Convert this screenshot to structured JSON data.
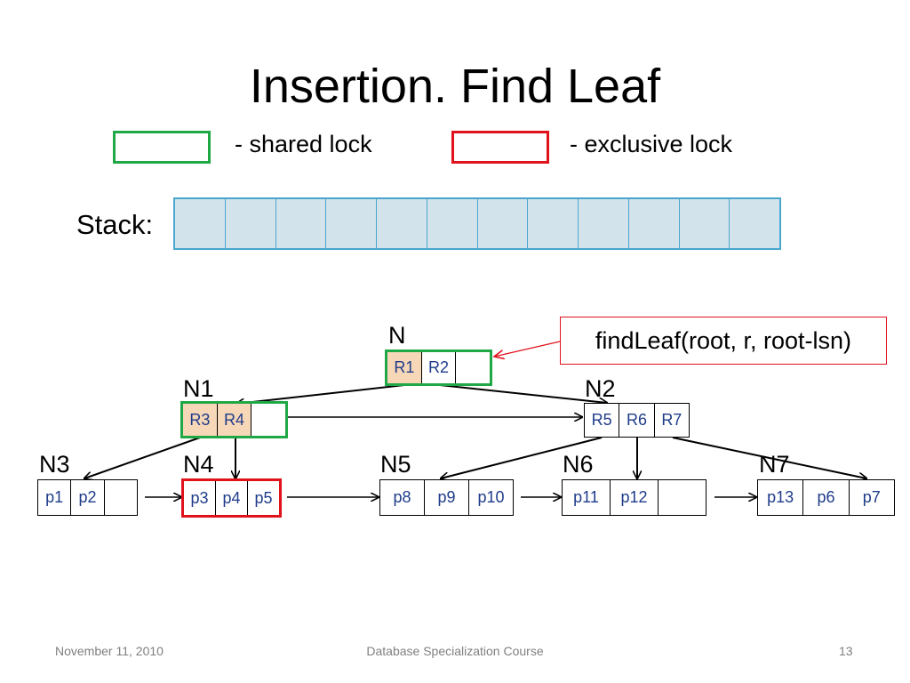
{
  "title": "Insertion. Find Leaf",
  "legend": {
    "shared": "- shared lock",
    "exclusive": "- exclusive lock",
    "shared_color": "#21a846",
    "exclusive_color": "#e0121c"
  },
  "stack": {
    "label": "Stack:",
    "cells": 12
  },
  "callout": "findLeaf(root, r, root-lsn)",
  "nodes": {
    "N": {
      "label": "N",
      "cells": [
        "R1",
        "R2",
        ""
      ],
      "lock": "shared"
    },
    "N1": {
      "label": "N1",
      "cells": [
        "R3",
        "R4",
        ""
      ],
      "lock": "shared"
    },
    "N2": {
      "label": "N2",
      "cells": [
        "R5",
        "R6",
        "R7"
      ],
      "lock": "none"
    },
    "N3": {
      "label": "N3",
      "cells": [
        "p1",
        "p2",
        ""
      ],
      "lock": "none"
    },
    "N4": {
      "label": "N4",
      "cells": [
        "p3",
        "p4",
        "p5"
      ],
      "lock": "exclusive"
    },
    "N5": {
      "label": "N5",
      "cells": [
        "p8",
        "p9",
        "p10"
      ],
      "lock": "none"
    },
    "N6": {
      "label": "N6",
      "cells": [
        "p11",
        "p12",
        ""
      ],
      "lock": "none"
    },
    "N7": {
      "label": "N7",
      "cells": [
        "p13",
        "p6",
        "p7"
      ],
      "lock": "none"
    }
  },
  "footer": {
    "date": "November 11, 2010",
    "course": "Database Specialization Course",
    "page": "13"
  }
}
